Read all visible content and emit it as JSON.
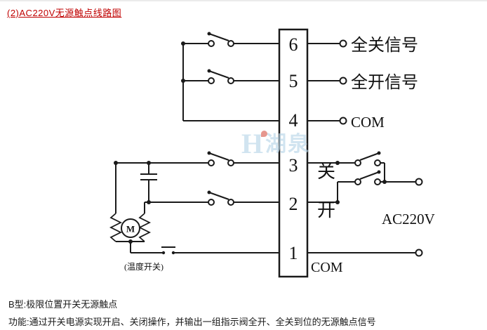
{
  "page": {
    "title": "(2)AC220V无源触点线路图",
    "footer_line1": "B型:极限位置开关无源触点",
    "footer_line2": "功能:通过开关电源实现开启、关闭操作，并输出一组指示阀全开、全关到位的无源触点信号"
  },
  "diagram": {
    "terminal_numbers": [
      "6",
      "5",
      "4",
      "3",
      "2",
      "1"
    ],
    "right_labels": {
      "signal_closed": "全关信号",
      "signal_open": "全开信号",
      "com_top": "COM",
      "close": "关",
      "open": "开",
      "power": "AC220V",
      "com_bottom": "COM"
    },
    "motor_label": "M",
    "temp_switch_label": "(温度开关)",
    "watermark_logo": "H",
    "watermark": "湖泉",
    "colors": {
      "title_red": "#c00000",
      "line_black": "#1a1a1a",
      "watermark_blue": "#b9d7e9"
    }
  }
}
